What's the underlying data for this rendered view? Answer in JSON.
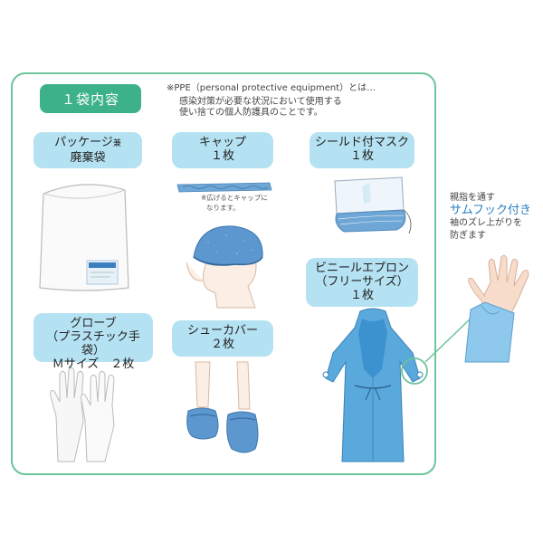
{
  "badge": {
    "text": "１袋内容"
  },
  "note": {
    "line1": "※PPE（personal protective equipment）とは…",
    "line2": "感染対策が必要な状況において使用する",
    "line3": "使い捨ての個人防護具のことです。"
  },
  "items": {
    "package": {
      "line1": "パッケージ",
      "line1_suffix": "兼",
      "line2": "廃棄袋"
    },
    "cap": {
      "line1": "キャップ",
      "line2": "１枚",
      "caption1": "※広げるとキャップに",
      "caption2": "なります。"
    },
    "mask": {
      "line1": "シールド付マスク",
      "line2": "１枚"
    },
    "apron": {
      "line1": "ビニールエプロン",
      "line2": "（フリーサイズ）",
      "line3": "１枚"
    },
    "glove": {
      "line1": "グローブ",
      "line2": "（プラスチック手袋）",
      "line3": "Ｍサイズ　２枚"
    },
    "shoe": {
      "line1": "シューカバー",
      "line2": "２枚"
    }
  },
  "side_note": {
    "line1": "親指を通す",
    "line2": "サムフック付き",
    "line3": "袖のズレ上がりを",
    "line4": "防ぎます"
  },
  "colors": {
    "frame": "#6cc39c",
    "badge": "#3db28a",
    "label": "#b5e2f2",
    "ppe_blue": "#5aa9dc",
    "accent_text": "#2a7fc0"
  }
}
